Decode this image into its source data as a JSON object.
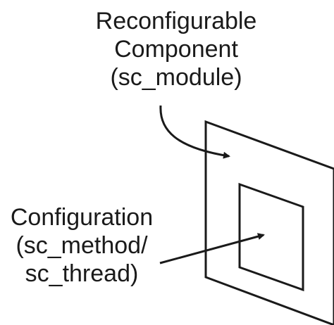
{
  "component_label": {
    "lines": [
      "Reconfigurable",
      "Component",
      "(sc_module)"
    ]
  },
  "configuration_label": {
    "lines": [
      "Configuration",
      "(sc_method/",
      "sc_thread)"
    ]
  },
  "colors": {
    "stroke": "#1a1a1a",
    "fill": "#ffffff",
    "text": "#1a1a1a"
  }
}
